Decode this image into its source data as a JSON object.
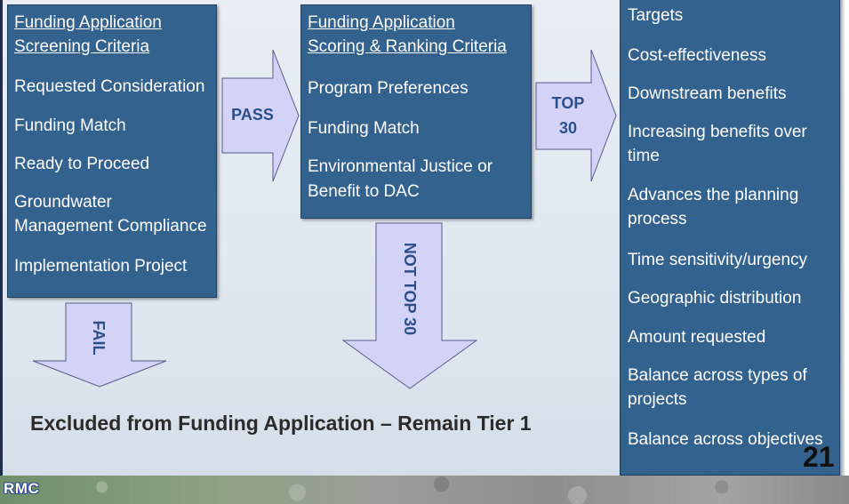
{
  "screening_box": {
    "title_line1": "Funding Application",
    "title_line2": "Screening Criteria",
    "items": [
      "Requested Consideration",
      "Funding Match",
      "Ready to Proceed",
      "Groundwater",
      "Management Compliance",
      "Implementation Project"
    ]
  },
  "scoring_box": {
    "title_line1": "Funding Application",
    "title_line2": "Scoring & Ranking Criteria",
    "items": [
      "Program Preferences",
      "Funding Match",
      "Environmental Justice or",
      "Benefit to DAC"
    ]
  },
  "criteria_box": {
    "items": [
      "Targets",
      "Cost-effectiveness",
      "Downstream benefits",
      "Increasing benefits over",
      "time",
      "Advances the planning",
      "process",
      "Time sensitivity/urgency",
      "Geographic distribution",
      "Amount requested",
      "Balance across types of",
      "projects",
      "Balance across objectives"
    ]
  },
  "arrows": {
    "pass": "PASS",
    "top30_line1": "TOP",
    "top30_line2": "30",
    "fail": "FAIL",
    "not_top30": "NOT TOP 30"
  },
  "excluded_text": "Excluded from Funding Application – Remain Tier 1",
  "slide_number": "21",
  "logo_text": "RMC",
  "colors": {
    "box_fill": "#34628f",
    "arrow_fill": "#d3d3f7",
    "arrow_text": "#2c4f8a"
  }
}
